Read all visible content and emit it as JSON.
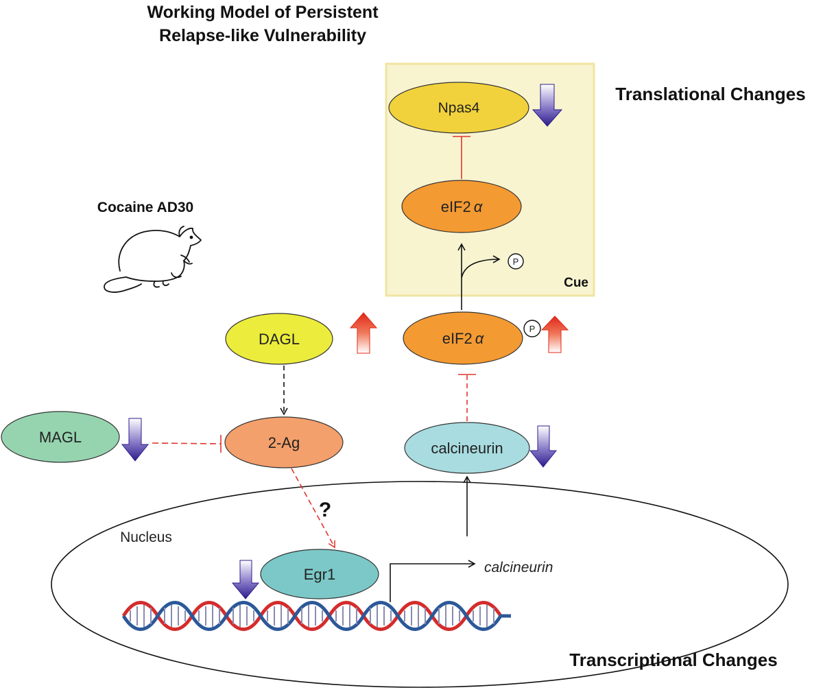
{
  "title": {
    "line1": "Working Model of Persistent",
    "line2": "Relapse-like Vulnerability"
  },
  "labels": {
    "translational": "Translational Changes",
    "transcriptional": "Transcriptional Changes",
    "cue": "Cue",
    "cocaine": "Cocaine AD30",
    "nucleus": "Nucleus",
    "calcineurin_gene": "calcineurin",
    "question": "?",
    "phospho": "P"
  },
  "nodes": {
    "npas4": "Npas4",
    "eif2a_top": "eIF2",
    "eif2a_bottom": "eIF2",
    "alpha": "α",
    "dagl": "DAGL",
    "two_ag": "2-Ag",
    "magl": "MAGL",
    "calcineurin": "calcineurin",
    "egr1": "Egr1"
  },
  "colors": {
    "yellow_node": "#f2d23c",
    "dagl_node": "#ecec3c",
    "orange_node": "#f49a32",
    "salmon_node": "#f4a06c",
    "green_node": "#96d4b0",
    "lightblue_node": "#a8dce0",
    "teal_node": "#7cc8c8",
    "cue_box": "#f8f4d0",
    "cue_border": "#f0e4a0",
    "inhibit_red": "#e0342c",
    "down_arrow": "#3a2c98",
    "up_arrow": "#e8341c",
    "dna_red": "#d42c2c",
    "dna_blue": "#2c5898"
  },
  "changes": {
    "npas4": "down",
    "eif2a_phospho": "up",
    "dagl": "up",
    "magl": "down",
    "calcineurin": "down",
    "egr1": "down"
  }
}
